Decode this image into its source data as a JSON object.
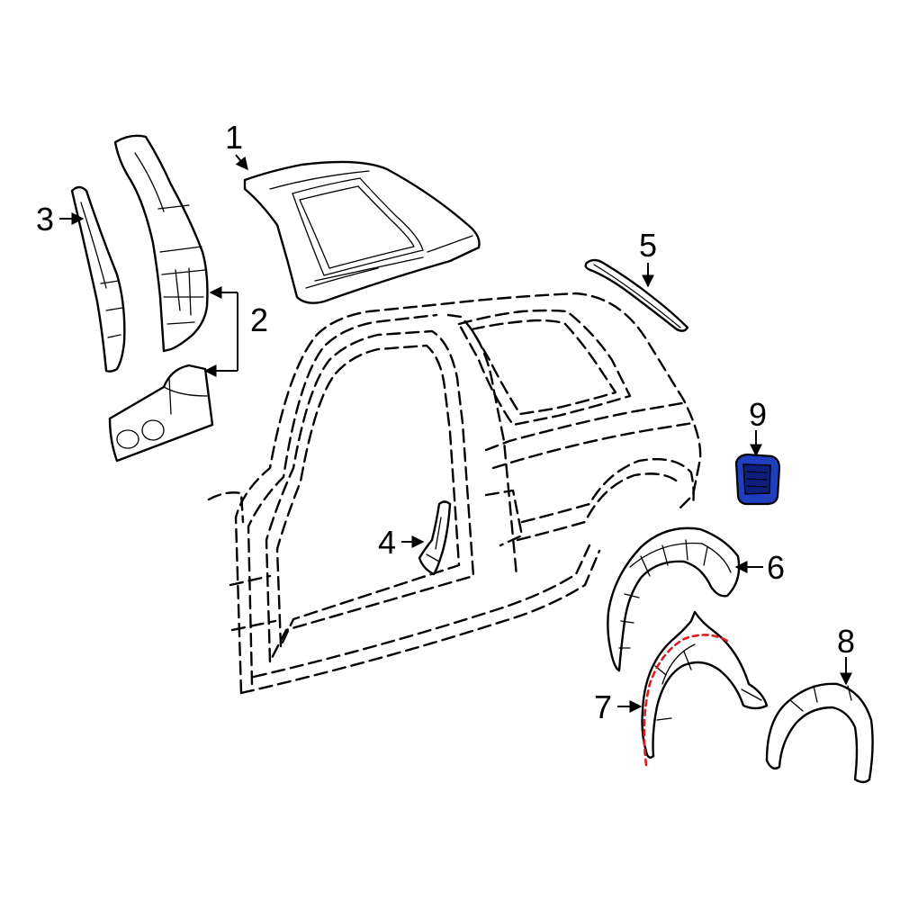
{
  "callouts": {
    "c1": "1",
    "c2": "2",
    "c3": "3",
    "c4": "4",
    "c5": "5",
    "c6": "6",
    "c7": "7",
    "c8": "8",
    "c9": "9"
  },
  "colors": {
    "highlight_fill": "#1f3fbf",
    "highlight_dark": "#0c1f7a",
    "red_dashed_edge": "#d81f1f",
    "line": "#000000",
    "background": "#ffffff"
  }
}
